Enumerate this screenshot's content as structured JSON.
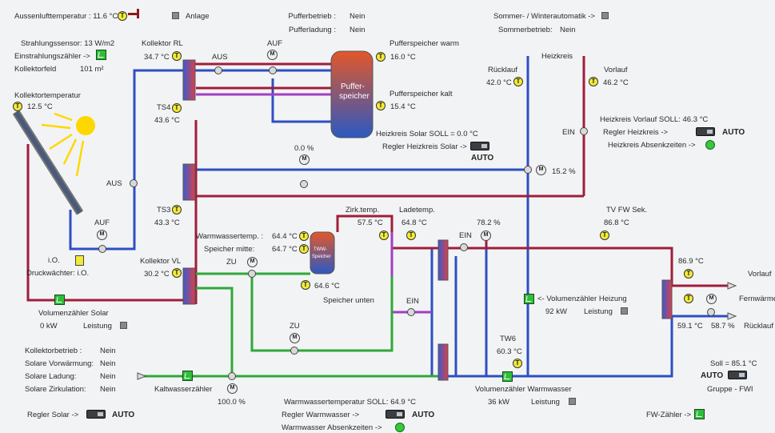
{
  "outside_temp": {
    "label": "Aussenlufttemperatur : 11.6 °C"
  },
  "anlage": {
    "label": "Anlage"
  },
  "puffer": {
    "betrieb_label": "Pufferbetrieb :",
    "betrieb_value": "Nein",
    "ladung_label": "Pufferladung :",
    "ladung_value": "Nein",
    "warm_label": "Pufferspeicher warm",
    "warm_value": "16.0 °C",
    "kalt_label": "Pufferspeicher kalt",
    "kalt_value": "15.4 °C",
    "tank_label_1": "Puffer-",
    "tank_label_2": "speicher"
  },
  "season": {
    "auto_label": "Sommer- / Winterautomatik ->",
    "betrieb_label": "Sommerbetrieb:",
    "betrieb_value": "Nein"
  },
  "solar": {
    "strahlung": "Strahlungssensor: 13 W/m2",
    "einstrahlung": "Einstrahlungszähler ->",
    "kollektorfeld_label": "Kollektorfeld",
    "kollektorfeld_value": "101 m²",
    "kollektortemp_label": "Kollektortemperatur",
    "kollektortemp_value": "12.5 °C",
    "rl_label": "Kollektor RL",
    "rl_value": "34.7 °C",
    "vl_label": "Kollektor VL",
    "vl_value": "30.2 °C",
    "aus1": "AUS",
    "auf1": "AUF",
    "aus2": "AUS",
    "auf2": "AUF",
    "io": "i.O.",
    "druck": "Druckwächter: i.O.",
    "vz_label": "Volumenzähler Solar",
    "vz_kw": "0 kW",
    "leistung": "Leistung",
    "ts4_label": "TS4",
    "ts4_value": "43.6 °C",
    "ts3_label": "TS3",
    "ts3_value": "43.3 °C"
  },
  "heating": {
    "ruecklauf_label": "Rücklauf",
    "ruecklauf_value": "42.0 °C",
    "heizkreis": "Heizkreis",
    "vorlauf_label": "Vorlauf",
    "vorlauf_value": "46.2 °C",
    "soll_label": "Heizkreis Vorlauf SOLL: 46.3 °C",
    "regler_label": "Regler Heizkreis ->",
    "regler_mode": "AUTO",
    "absenk": "Heizkreis Absenkzeiten ->",
    "ein": "EIN",
    "solar_soll": "Heizkreis Solar SOLL = 0.0 °C",
    "solar_regler": "Regler Heizkreis Solar ->",
    "solar_mode": "AUTO",
    "mix1": "0.0 %",
    "mix2": "15.2 %"
  },
  "warmwater": {
    "ww_temp_label": "Warmwassertemp. :",
    "ww_temp_value": "64.4 °C",
    "mitte_label": "Speicher mitte:",
    "mitte_value": "64.7 °C",
    "unten_value": "64.6 °C",
    "unten_label": "Speicher unten",
    "tank_1": "TWW-",
    "tank_2": "Speicher",
    "zirk_label": "Zirk.temp.",
    "zirk_value": "57.5 °C",
    "lade_label": "Ladetemp.",
    "lade_value": "64.8 °C",
    "ein": "EIN",
    "pct": "78.2 %",
    "zu1": "ZU",
    "zu2": "ZU",
    "ein2": "EIN",
    "tw6_label": "TW6",
    "tw6_value": "60.3 °C",
    "vz_label": "Volumenzähler Warmwasser",
    "vz_kw": "36 kW",
    "leistung": "Leistung",
    "kaltwasser": "Kaltwasserzähler",
    "pct2": "100.0 %",
    "soll": "Warmwassertemperatur SOLL: 64.9 °C",
    "regler": "Regler Warmwasser ->",
    "regler_mode": "AUTO",
    "absenk": "Warmwasser Absenkzeiten ->"
  },
  "fw": {
    "sek_label": "TV FW Sek.",
    "sek_value": "86.8 °C",
    "vorlauf_temp": "86.9 °C",
    "vorlauf": "Vorlauf",
    "fernwaerme": "Fernwärme",
    "ruecklauf": "Rücklauf",
    "rl_temp": "59.1 °C",
    "pct": "58.7 %",
    "vz_label": "<- Volumenzähler Heizung",
    "vz_kw": "92 kW",
    "leistung": "Leistung",
    "soll": "Soll = 85.1 °C",
    "mode": "AUTO",
    "gruppe": "Gruppe - FWI",
    "zaehler": "FW-Zähler ->"
  },
  "status": {
    "rows": [
      [
        "Kollektorbetrieb :",
        "Nein"
      ],
      [
        "Solare Vorwärmung:",
        "Nein"
      ],
      [
        "Solare Ladung:",
        "Nein"
      ],
      [
        "Solare Zirkulation:",
        "Nein"
      ]
    ],
    "regler_solar": "Regler Solar ->",
    "regler_solar_mode": "AUTO"
  },
  "icons": {
    "sensor": "T",
    "pump": "M"
  },
  "colors": {
    "hot": "#a11c3b",
    "cold": "#2d4fc4",
    "purple": "#a13ec4",
    "green": "#2fa83a",
    "sensor": "#f3ea35"
  }
}
